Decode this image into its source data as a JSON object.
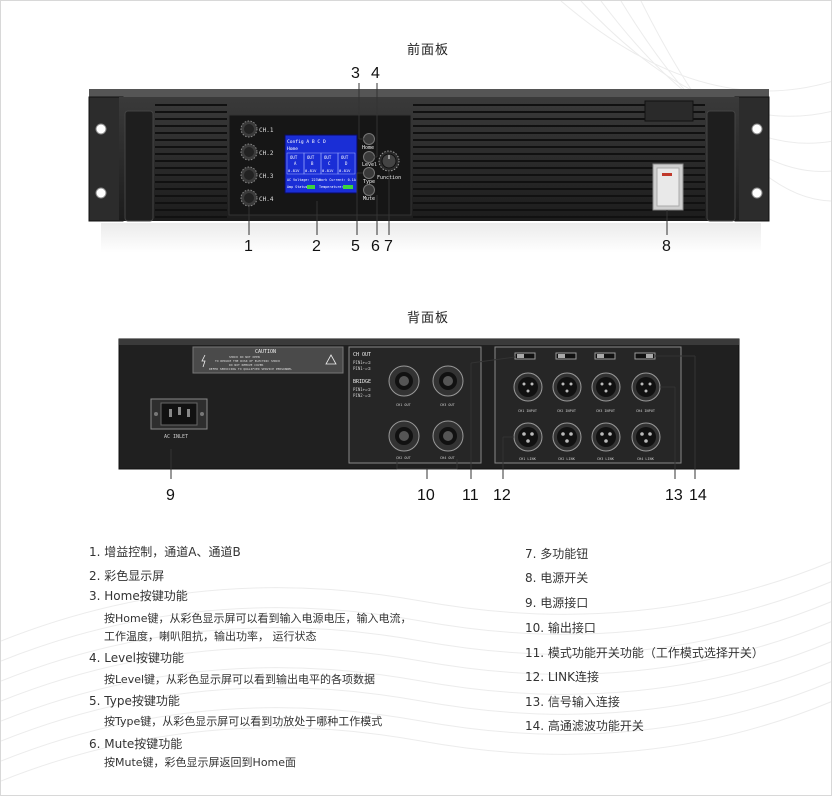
{
  "front_title": "前面板",
  "back_title": "背面板",
  "front_callouts": [
    "1",
    "2",
    "3",
    "4",
    "5",
    "6",
    "7",
    "8"
  ],
  "back_callouts": [
    "9",
    "10",
    "11",
    "12",
    "13",
    "14"
  ],
  "front_panel": {
    "channels": [
      "CH.1",
      "CH.2",
      "CH.3",
      "CH.4"
    ],
    "buttons": [
      "Home",
      "Level",
      "Type",
      "Mute"
    ],
    "knob_label": "Function",
    "lcd": {
      "line1": "Config  A  B  C  D",
      "line2": "Home",
      "out_labels": [
        "OUT",
        "OUT",
        "OUT",
        "OUT"
      ],
      "out_channels": [
        "A",
        "B",
        "C",
        "D"
      ],
      "out_values": [
        "0.81V",
        "0.81V",
        "0.81V",
        "0.81V"
      ],
      "stat1": "AC Voltage: 223V",
      "stat2": "Work Current: 0.1A",
      "stat3": "Amp Status:",
      "stat4": "Temperature:"
    }
  },
  "back_panel": {
    "caution_title": "CAUTION",
    "caution_lines": [
      "SHOCK DO NOT OPEN",
      "TO REDUCE THE RISK OF ELECTRIC SHOCK",
      "DO NOT REMOVE COVER",
      "REFER SERVICING TO QUALIFIED SERVICE PERSONNEL"
    ],
    "ac_inlet": "AC INLET",
    "ch_out_header": "CH OUT",
    "ch_out_pins": [
      "PIN1+=①",
      "PIN1-=②"
    ],
    "bridge_header": "BRIDGE",
    "bridge_pins": [
      "PIN1+=①",
      "PIN2-=②"
    ],
    "speakon_labels": [
      "CH1 OUT",
      "CH2 OUT",
      "CH3 OUT",
      "CH4 OUT"
    ],
    "input_labels": [
      "CH1 INPUT",
      "CH2 INPUT",
      "CH3 INPUT",
      "CH4 INPUT"
    ],
    "link_labels": [
      "CH1 LINK",
      "CH2 LINK",
      "CH3 LINK",
      "CH4 LINK"
    ]
  },
  "legend_left": [
    {
      "text": "1. 增益控制，通道A、通道B"
    },
    {
      "text": "2. 彩色显示屏"
    },
    {
      "text": "3. Home按键功能"
    },
    {
      "text": "按Home键，从彩色显示屏可以看到输入电源电压，输入电流，",
      "sub": true
    },
    {
      "text": "工作温度，喇叭阻抗，输出功率， 运行状态",
      "sub": true
    },
    {
      "text": "4. Level按键功能"
    },
    {
      "text": "按Level键，从彩色显示屏可以看到输出电平的各项数据",
      "sub": true
    },
    {
      "text": "5. Type按键功能"
    },
    {
      "text": "按Type键，从彩色显示屏可以看到功放处于哪种工作模式",
      "sub": true
    },
    {
      "text": "6. Mute按键功能"
    },
    {
      "text": "按Mute键，彩色显示屏返回到Home面",
      "sub": true
    }
  ],
  "legend_right": [
    "7. 多功能钮",
    "8. 电源开关",
    "9. 电源接口",
    "10. 输出接口",
    "11. 模式功能开关功能（工作模式选择开关）",
    "12. LINK连接",
    "13. 信号输入连接",
    "14. 高通滤波功能开关"
  ]
}
